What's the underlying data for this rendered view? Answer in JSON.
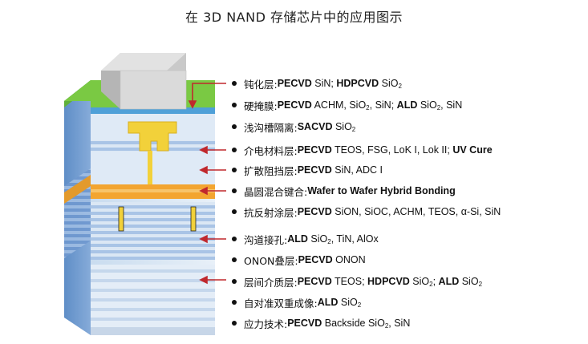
{
  "title": "在 3D NAND 存储芯片中的应用图示",
  "labels": [
    {
      "zh": "钝化层: ",
      "rich": "<b>PECVD</b> SiN; <b>HDPCVD</b> SiO<sub>2</sub>"
    },
    {
      "zh": "硬掩膜: ",
      "rich": "<b>PECVD</b> ACHM, SiO<sub>2</sub>, SiN; <b>ALD</b> SiO<sub>2</sub>, SiN"
    },
    {
      "zh": "浅沟槽隔离: ",
      "rich": "<b>SACVD</b> SiO<sub>2</sub>"
    },
    {
      "zh": "介电材料层: ",
      "rich": "<b>PECVD</b> TEOS, FSG, LoK I, Lok II; <b>UV Cure</b>"
    },
    {
      "zh": "扩散阻挡层: ",
      "rich": "<b>PECVD</b> SiN, ADC I"
    },
    {
      "zh": "晶圆混合键合: ",
      "rich": "<b>Wafer to Wafer Hybrid Bonding</b>"
    },
    {
      "zh": "抗反射涂层: ",
      "rich": "<b>PECVD</b> SiON, SiOC, ACHM, TEOS, α-Si, SiN"
    },
    {
      "zh": "沟道接孔: ",
      "rich": "<b>ALD</b> SiO<sub>2</sub>, TiN, AlOx"
    },
    {
      "zh": "ONON叠层: ",
      "rich": "<b>PECVD</b>  ONON"
    },
    {
      "zh": "层间介质层: ",
      "rich": "<b>PECVD</b> TEOS; <b>HDPCVD</b> SiO<sub>2</sub>; <b>ALD</b> SiO<sub>2</sub>"
    },
    {
      "zh": "自对准双重成像: ",
      "rich": "<b>ALD</b> SiO<sub>2</sub>"
    },
    {
      "zh": "应力技术: ",
      "rich": "<b>PECVD</b> Backside SiO<sub>2</sub>, SiN"
    }
  ],
  "colors": {
    "arrow": "#c0282d",
    "top_block": "#d9d9d9",
    "green_layer": "#6fbf3a",
    "blue_body": "#7fa8d8",
    "orange_bond": "#f3a530",
    "yellow_metal": "#f2d13a"
  }
}
